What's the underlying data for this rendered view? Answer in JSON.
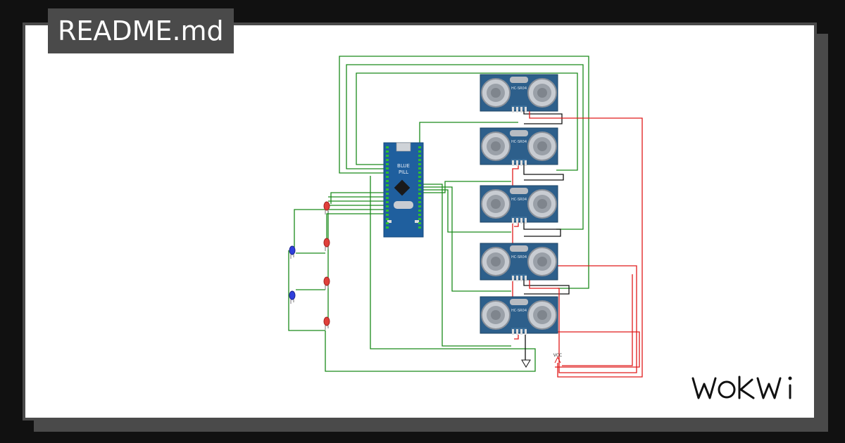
{
  "header": {
    "title": "README.md"
  },
  "brand": {
    "name": "WOKWI",
    "color": "#111111"
  },
  "board": {
    "line1": "BLUE",
    "line2": "PILL",
    "color": "#1f5f9e"
  },
  "sensors": {
    "label": "HC-SR04",
    "count": 5,
    "color": "#2d5f8b"
  },
  "leds": {
    "red_count": 4,
    "blue_count": 2,
    "red": "#e0403a",
    "blue": "#2f3fdc"
  },
  "power": {
    "vcc_label": "VCC",
    "ground_symbol": "ground-icon"
  },
  "colors": {
    "wire_green": "#1a8a1a",
    "wire_red": "#e01a1a",
    "wire_black": "#111111"
  }
}
